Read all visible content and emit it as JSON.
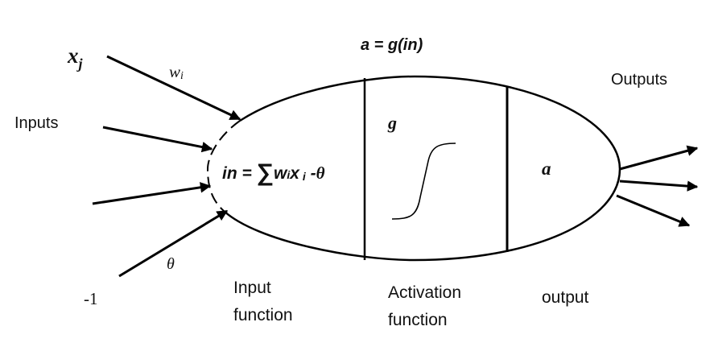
{
  "labels": {
    "xj_base": "x",
    "xj_sub": "j",
    "wi_base": "w",
    "wi_sub": "i",
    "inputs": "Inputs",
    "theta": "θ",
    "minus_one": "-1",
    "activation_eq": "a = g(in)",
    "g": "g",
    "a": "a",
    "outputs": "Outputs",
    "input_function_line1": "Input",
    "input_function_line2": "function",
    "activation_function_line1": "Activation",
    "activation_function_line2": "function",
    "output_label": "output"
  },
  "sum_formula": {
    "prefix": "in = ",
    "sigma": "∑",
    "w": "w",
    "i1": "i",
    "x": "x",
    "i2": "i",
    "tail": " -",
    "theta": "θ"
  }
}
